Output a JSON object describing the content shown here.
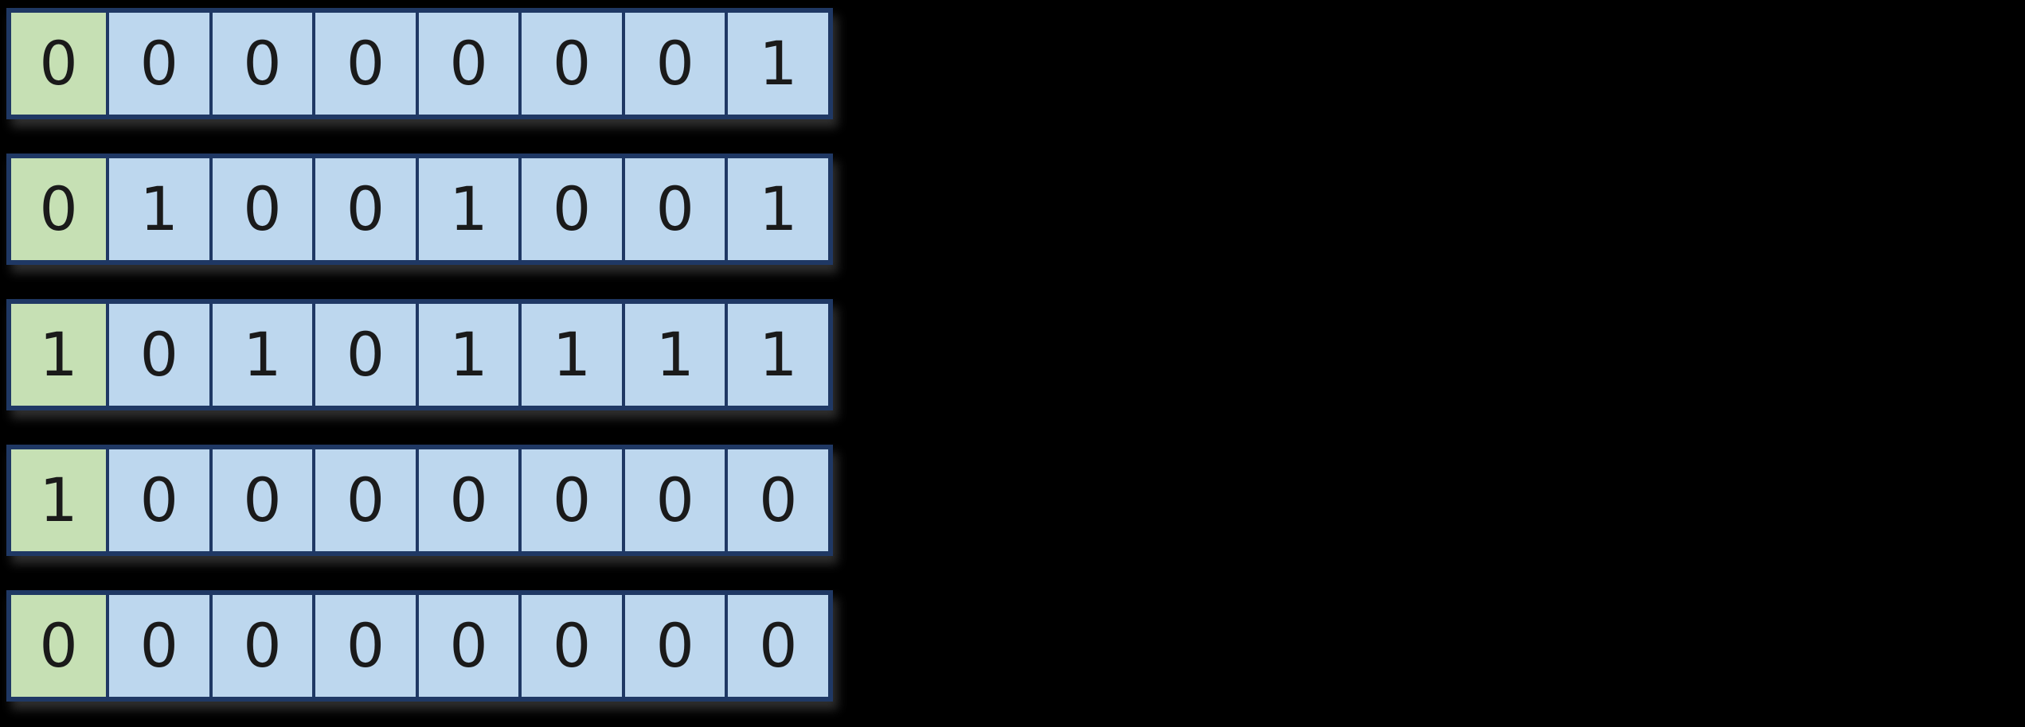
{
  "diagram": {
    "description": "Five 8-bit binary rows; the first (leftmost) cell of each row is highlighted green, remaining seven cells are blue",
    "bit_rows": [
      {
        "bits": [
          "0",
          "0",
          "0",
          "0",
          "0",
          "0",
          "0",
          "1"
        ]
      },
      {
        "bits": [
          "0",
          "1",
          "0",
          "0",
          "1",
          "0",
          "0",
          "1"
        ]
      },
      {
        "bits": [
          "1",
          "0",
          "1",
          "0",
          "1",
          "1",
          "1",
          "1"
        ]
      },
      {
        "bits": [
          "1",
          "0",
          "0",
          "0",
          "0",
          "0",
          "0",
          "0"
        ]
      },
      {
        "bits": [
          "0",
          "0",
          "0",
          "0",
          "0",
          "0",
          "0",
          "0"
        ]
      }
    ],
    "highlight_first_cell": true
  },
  "colors": {
    "background": "#000000",
    "green_cell": "#c6e0b4",
    "blue_cell": "#bdd7ee",
    "border": "#1f3864",
    "digit": "#1a1a1a"
  }
}
